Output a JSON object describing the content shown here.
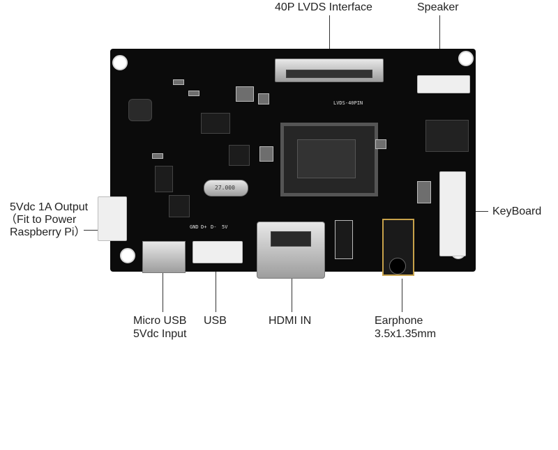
{
  "labels": {
    "lvds": "40P LVDS Interface",
    "speaker": "Speaker",
    "power_out_1": "5Vdc 1A Output",
    "power_out_2": "（Fit to Power",
    "power_out_3": "Raspberry Pi）",
    "keyboard": "KeyBoard",
    "micro_usb_1": "Micro USB",
    "micro_usb_2": "5Vdc Input",
    "usb": "USB",
    "hdmi": "HDMI IN",
    "earphone_1": "Earphone",
    "earphone_2": "3.5x1.35mm"
  },
  "board_text": {
    "crystal": "27.000",
    "lvds_silk": "LVDS-40PIN",
    "usb_silk_gnd": "GND",
    "usb_silk_dp": "D+",
    "usb_silk_dm": "D-",
    "usb_silk_5v": "5V"
  },
  "colors": {
    "board": "#0b0b0b",
    "silkscreen": "#e0e0e0",
    "connector": "#efefef",
    "label_text": "#222222"
  }
}
